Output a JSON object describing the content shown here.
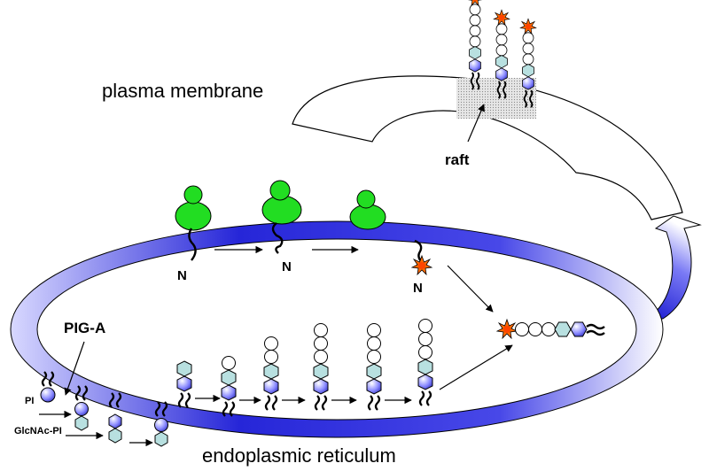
{
  "labels": {
    "plasma_membrane": "plasma membrane",
    "raft": "raft",
    "pig_a": "PIG-A",
    "pi": "PI",
    "glcnac_pi": "GlcNAc-PI",
    "endoplasmic_reticulum": "endoplasmic reticulum",
    "n_terminus": "N"
  },
  "colors": {
    "er_membrane": "#1f1fd0",
    "protein": "#22dd22",
    "glcnac": "#6b6bff",
    "mannose_hex": "#b8e0e0",
    "anchor_star": "#ff6a00"
  }
}
